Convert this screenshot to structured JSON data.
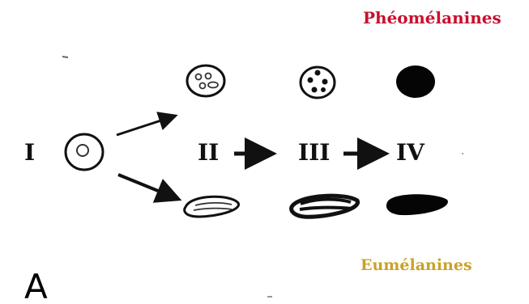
{
  "titles": {
    "pheomelanines": "Phéomélanines",
    "eumelanines": "Eumélanines"
  },
  "stages": {
    "s1": "I",
    "s2": "II",
    "s3": "III",
    "s4": "IV"
  },
  "panel_label": "A",
  "colors": {
    "pheomelanines_title": "#c8102e",
    "eumelanines_title": "#c9a227",
    "ink": "#111111"
  }
}
